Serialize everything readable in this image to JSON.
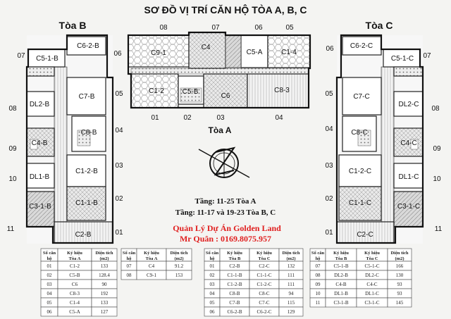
{
  "title": "SƠ ĐỒ VỊ TRÍ CĂN HỘ TÒA A, B, C",
  "tower_labels": {
    "b": "Tòa B",
    "c": "Tòa C",
    "a": "Tòa A"
  },
  "floor_info": {
    "line1": "Tầng: 11-25 Tòa A",
    "line2": "Tầng: 11-17 và 19-23 Tòa B, C"
  },
  "contact": {
    "line1": "Quản Lý Dự Án Golden Land",
    "line2": "Mr Quân : 0169.8075.957"
  },
  "tower_a": {
    "top_numbers": [
      "08",
      "07",
      "06",
      "05"
    ],
    "bottom_numbers": [
      "01",
      "02",
      "03",
      "04"
    ],
    "units_top": [
      "C9-1",
      "C4",
      "C5-A",
      "C1-4"
    ],
    "units_bottom": [
      "C1-2",
      "C5-B",
      "C6",
      "C8-3"
    ]
  },
  "tower_b": {
    "side_numbers": [
      "07",
      "06",
      "05",
      "08",
      "04",
      "09",
      "03",
      "10",
      "02",
      "11",
      "01"
    ],
    "units": [
      "C6-2-B",
      "C5-1-B",
      "C7-B",
      "DL2-B",
      "C8-B",
      "C4-B",
      "C1-2-B",
      "DL1-B",
      "C1-1-B",
      "C3-1-B",
      "C2-B"
    ]
  },
  "tower_c": {
    "side_numbers": [
      "07",
      "06",
      "05",
      "08",
      "04",
      "09",
      "03",
      "10",
      "02",
      "11",
      "01"
    ],
    "units": [
      "C6-2-C",
      "C5-1-C",
      "C7-C",
      "DL2-C",
      "C8-C",
      "C4-C",
      "C1-2-C",
      "DL1-C",
      "C1-1-C",
      "C3-1-C",
      "C2-C"
    ]
  },
  "tables": {
    "a": {
      "headers": [
        "Số căn hộ",
        "Ký hiệu Tòa A",
        "Diện tích (m2)"
      ],
      "rows_left": [
        [
          "01",
          "C1-2",
          "133"
        ],
        [
          "02",
          "C5-B",
          "128.4"
        ],
        [
          "03",
          "C6",
          "90"
        ],
        [
          "04",
          "C8-3",
          "192"
        ],
        [
          "05",
          "C1-4",
          "133"
        ],
        [
          "06",
          "C5-A",
          "127"
        ]
      ],
      "rows_right": [
        [
          "07",
          "C4",
          "91.2"
        ],
        [
          "08",
          "C9-1",
          "153"
        ]
      ]
    },
    "bc": {
      "headers": [
        "Số căn hộ",
        "Ký hiệu Tòa B",
        "Ký hiệu Tòa C",
        "Diện tích (m2)"
      ],
      "rows_left": [
        [
          "01",
          "C2-B",
          "C2-C",
          "132"
        ],
        [
          "02",
          "C1-1-B",
          "C1-1-C",
          "111"
        ],
        [
          "03",
          "C1-2-B",
          "C1-2-C",
          "111"
        ],
        [
          "04",
          "C8-B",
          "C8-C",
          "94"
        ],
        [
          "05",
          "C7-B",
          "C7-C",
          "115"
        ],
        [
          "06",
          "C6-2-B",
          "C6-2-C",
          "129"
        ]
      ],
      "rows_right": [
        [
          "07",
          "C5-1-B",
          "C5-1-C",
          "166"
        ],
        [
          "08",
          "DL2-B",
          "DL2-C",
          "130"
        ],
        [
          "09",
          "C4-B",
          "C4-C",
          "93"
        ],
        [
          "10",
          "DL1-B",
          "DL1-C",
          "93"
        ],
        [
          "11",
          "C3-1-B",
          "C3-1-C",
          "145"
        ]
      ]
    }
  }
}
